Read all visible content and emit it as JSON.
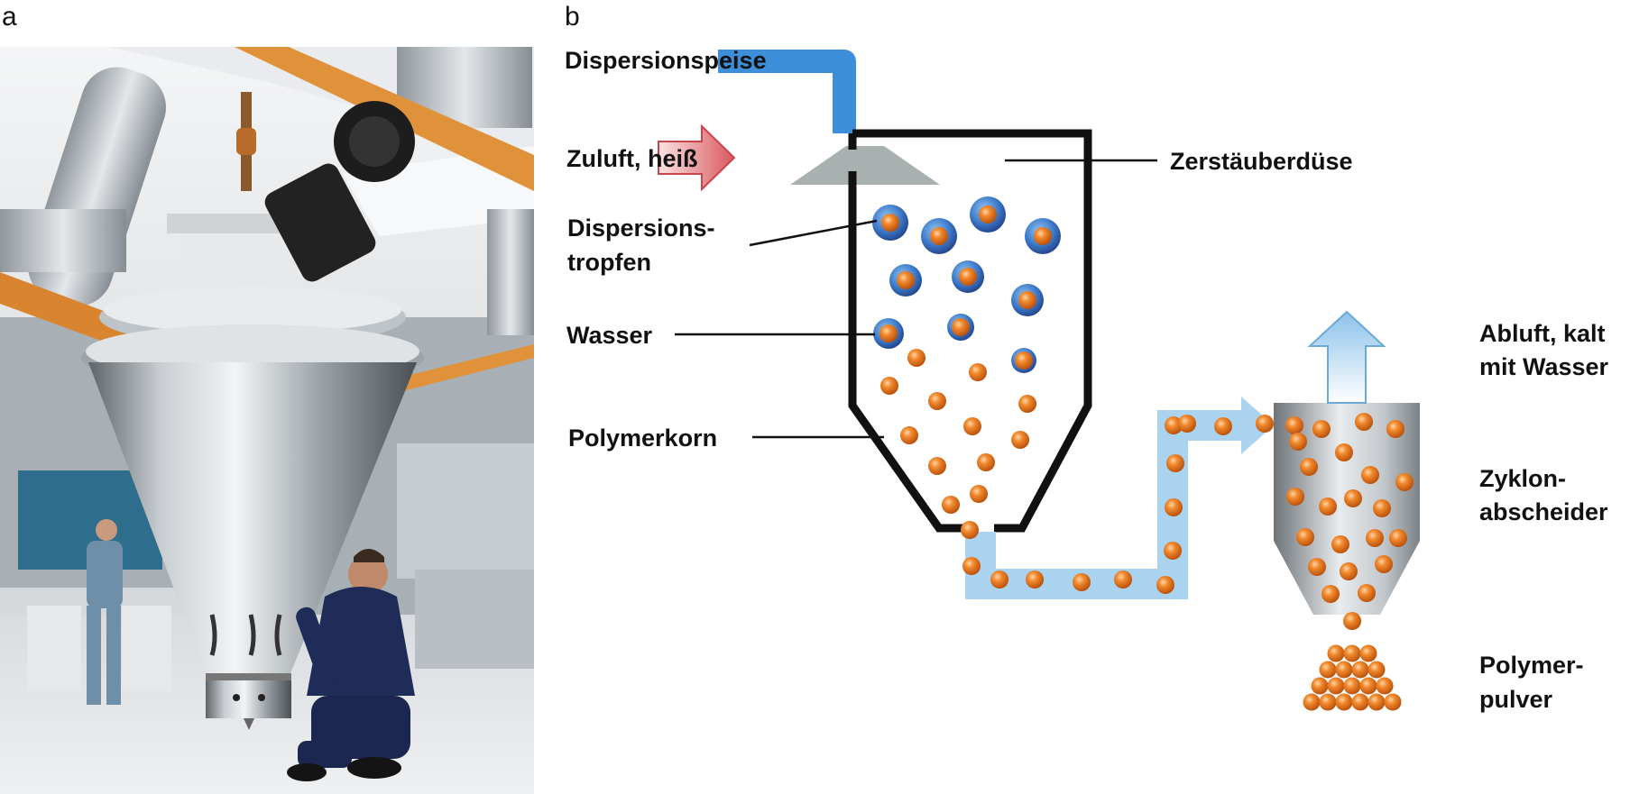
{
  "panels": {
    "photo_letter": "a",
    "diagram_letter": "b"
  },
  "labels": {
    "feed": "Dispersionspeise",
    "hot_air": "Zuluft, heiß",
    "nozzle": "Zerstäuberdüse",
    "droplets_line1": "Dispersions-",
    "droplets_line2": "tropfen",
    "water": "Wasser",
    "polymer_grain": "Polymerkorn",
    "exhaust_line1": "Abluft, kalt",
    "exhaust_line2": "mit Wasser",
    "cyclone_line1": "Zyklon-",
    "cyclone_line2": "abscheider",
    "powder_line1": "Polymer-",
    "powder_line2": "pulver"
  },
  "colors": {
    "feed_pipe": "#3d8fd9",
    "hot_air_arrow": "#d9686c",
    "transport_duct": "#a9d3ee",
    "particle": "#e8731f",
    "droplet_shell": "#2c5ba8",
    "vessel_wall": "#111111"
  }
}
